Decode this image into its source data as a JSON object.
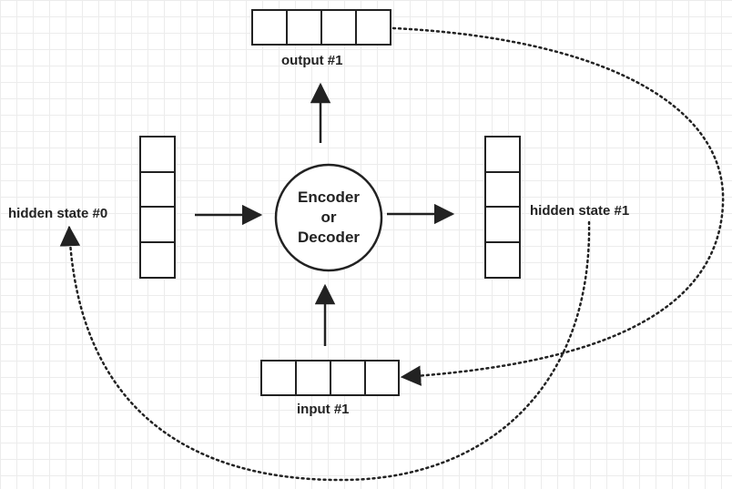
{
  "labels": {
    "output": "output #1",
    "input": "input #1",
    "hidden_in": "hidden state #0",
    "hidden_out": "hidden state #1"
  },
  "node": {
    "line1": "Encoder",
    "line2": "or",
    "line3": "Decoder"
  },
  "colors": {
    "stroke": "#222222",
    "grid": "#ececec",
    "background": "#ffffff"
  }
}
